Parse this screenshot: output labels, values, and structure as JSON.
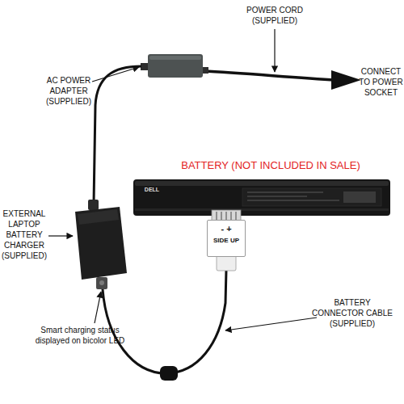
{
  "diagram": {
    "nodes": [
      {
        "text": [
          "BATTERY (NOT INCLUDED IN SALE)",
          "DELL"
        ]
      },
      {
        "text": [
          "- +",
          "SIDE UP"
        ]
      }
    ],
    "labels": [
      "POWER CORD (SUPPLIED)",
      "AC POWER ADAPTER (SUPPLIED)",
      "CONNECT TO POWER SOCKET",
      "EXTERNAL LAPTOP BATTERY CHARGER (SUPPLIED)",
      "Smart charging status displayed on bicolor LED",
      "BATTERY CONNECTOR CABLE (SUPPLIED)"
    ]
  }
}
